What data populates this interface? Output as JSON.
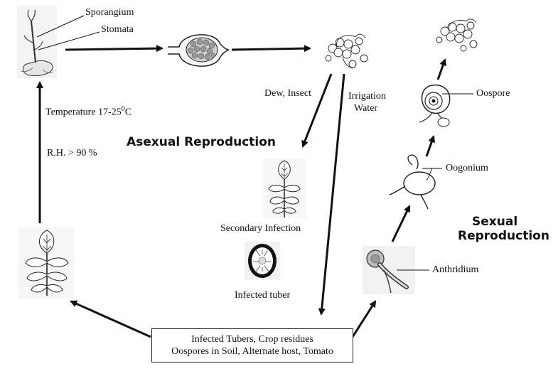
{
  "labels": {
    "sporangium": "Sporangium",
    "stomata": "Stomata",
    "temperature": "Temperature 17-25",
    "temperature_sup": "0",
    "temperature_unit": "C",
    "rh": "R.H. > 90 %",
    "dew_insect": "Dew, Insect",
    "irrigation": "Irrigation",
    "water": "Water",
    "asexual": "Asexual Reproduction",
    "secondary_infection": "Secondary Infection",
    "infected_tuber": "Infected tuber",
    "oospore": "Oospore",
    "oogonium": "Oogonium",
    "sexual_line1": "Sexual",
    "sexual_line2": "Reproduction",
    "anthridium": "Anthridium"
  },
  "source_box": {
    "line1": "Infected Tubers, Crop residues",
    "line2": "Oospores in Soil, Alternate host, Tomato"
  }
}
